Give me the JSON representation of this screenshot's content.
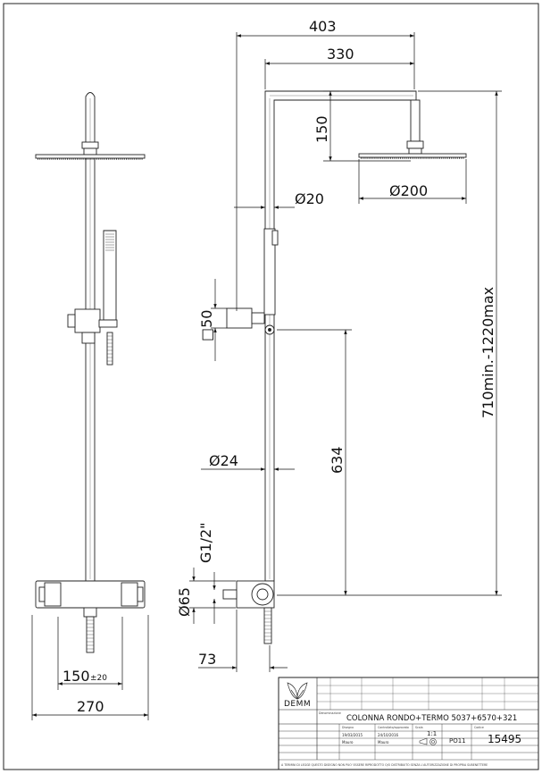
{
  "dimensions": {
    "d403": "403",
    "d330": "330",
    "d150": "150",
    "d200": "Ø200",
    "d20": "Ø20",
    "d50": "□50",
    "d634": "634",
    "d710": "710min.-1220max",
    "d24": "Ø24",
    "dG12": "G1/2\"",
    "d65": "Ø65",
    "d73": "73",
    "d150tol": "150",
    "d150tol_sub": "±20",
    "d270": "270"
  },
  "title_block": {
    "brand": "DEMM",
    "denominazione_label": "Denominazione",
    "description": "COLONNA RONDO+TERMO 5037+6570+321",
    "disegno_label": "Disegno",
    "controllato_label": "Controllato/approvato",
    "scala_label": "Scala",
    "scala": "1:1",
    "codice_label": "Codice",
    "code": "15495",
    "pd_code": "PO11",
    "date1": "19/03/2015",
    "date2": "24/10/2016",
    "drawn_by": "Mauro",
    "approved_by": "Mauro",
    "footer_note": "A TERMINI DI LEGGE QUESTO DISEGNO NON PUO' ESSERE RIPRODOTTO O/O DISTRIBUITO SENZA L'AUTORIZZAZIONE DI PROPRIA SUBENETTERE"
  }
}
